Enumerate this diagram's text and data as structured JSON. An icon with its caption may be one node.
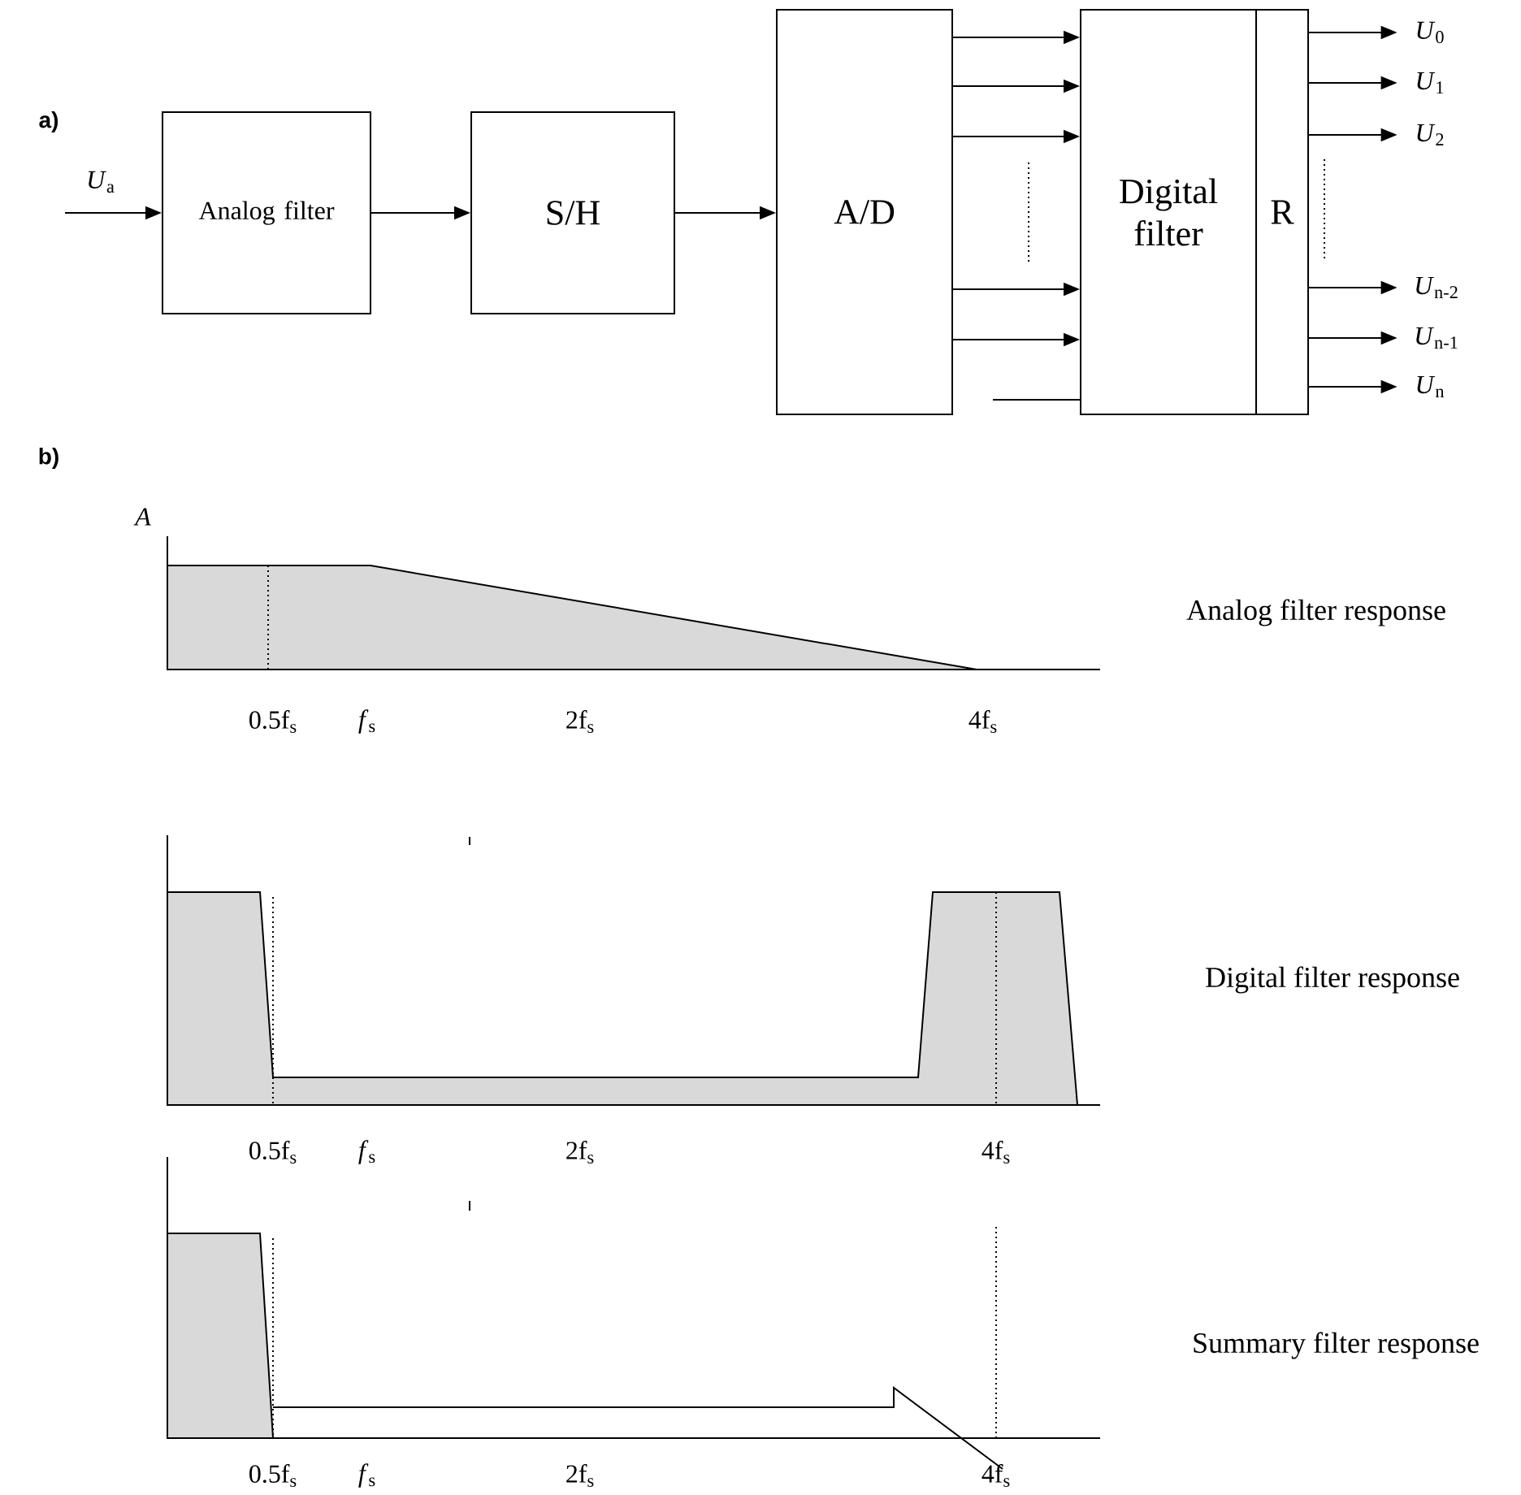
{
  "diagram": {
    "nodes": [
      {
        "text": [
          "Analog filter"
        ]
      },
      {
        "text": [
          "S/H"
        ]
      },
      {
        "text": [
          "A/D"
        ]
      },
      {
        "text": [
          "Digital filter"
        ]
      },
      {
        "text": [
          "R"
        ]
      },
      {
        "text": [
          "*U*$_{0}$"
        ]
      },
      {
        "text": [
          "*U*$_{1}$"
        ]
      },
      {
        "text": [
          "*U*$_{2}$"
        ]
      },
      {
        "text": [
          "*U*$_{n-2}$"
        ]
      },
      {
        "text": [
          "*U*$_{n-1}$"
        ]
      },
      {
        "text": [
          "*U*$_{n}$"
        ]
      }
    ],
    "edges": [
      {
        "from": null,
        "to": 0,
        "arrow": "to",
        "label": "*U*$_{a}$"
      },
      {
        "from": 0,
        "to": 1,
        "arrow": "to"
      },
      {
        "from": 1,
        "to": 2,
        "arrow": "to"
      },
      {
        "from": 2,
        "to": 3,
        "arrow": "to"
      },
      {
        "from": 2,
        "to": 3,
        "arrow": "to"
      },
      {
        "from": 2,
        "to": 3,
        "arrow": "to"
      },
      {
        "from": 2,
        "to": 3,
        "arrow": "to"
      },
      {
        "from": 2,
        "to": 3,
        "arrow": "to"
      },
      {
        "from": null,
        "to": 3,
        "arrow": "none"
      },
      {
        "from": 4,
        "to": 5,
        "arrow": "to"
      },
      {
        "from": 4,
        "to": 6,
        "arrow": "to"
      },
      {
        "from": 4,
        "to": 7,
        "arrow": "to"
      },
      {
        "from": 4,
        "to": 8,
        "arrow": "to"
      },
      {
        "from": 4,
        "to": 9,
        "arrow": "to"
      },
      {
        "from": 4,
        "to": 10,
        "arrow": "to"
      }
    ],
    "labels": [
      "a)",
      "b)",
      "A",
      "Analog filter response",
      "0.5f$_{s}$",
      "*f*$_{s}$",
      "2f$_{s}$",
      "4f$_{s}$",
      "Digital filter response",
      "0.5f$_{s}$",
      "*f*$_{s}$",
      "2f$_{s}$",
      "4f$_{s}$",
      "Summary filter response",
      "0.5f$_{s}$",
      "*f*$_{s}$",
      "2f$_{s}$",
      "4f$_{s}$"
    ]
  }
}
